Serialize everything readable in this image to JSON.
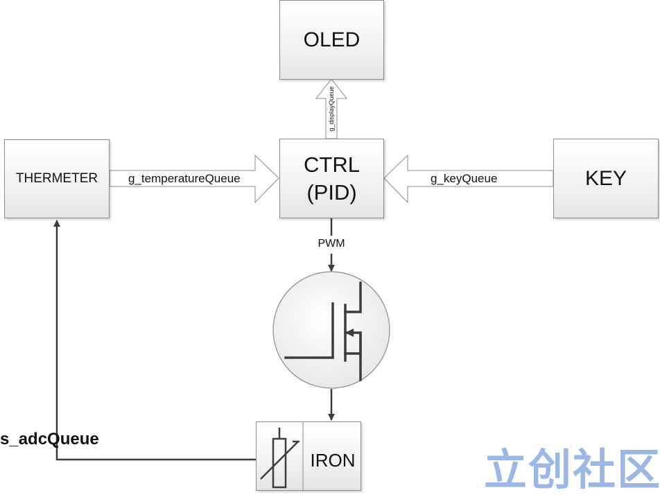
{
  "nodes": {
    "oled": "OLED",
    "ctrl_line1": "CTRL",
    "ctrl_line2": "(PID)",
    "thermeter": "THERMETER",
    "key": "KEY",
    "iron": "IRON"
  },
  "edges": {
    "display_queue": "g_displayQueue",
    "temperature_queue": "g_temperatureQueue",
    "key_queue": "g_keyQueue",
    "pwm": "PWM",
    "adc_queue": "s_adcQueue"
  },
  "icons": {
    "mosfet": "mosfet-icon",
    "heater": "heater-resistor-icon"
  },
  "watermark": "立创社区",
  "colors": {
    "line": "#3c3c3c",
    "box_border": "#8c8c8c",
    "watermark": "#4a7fd0"
  }
}
